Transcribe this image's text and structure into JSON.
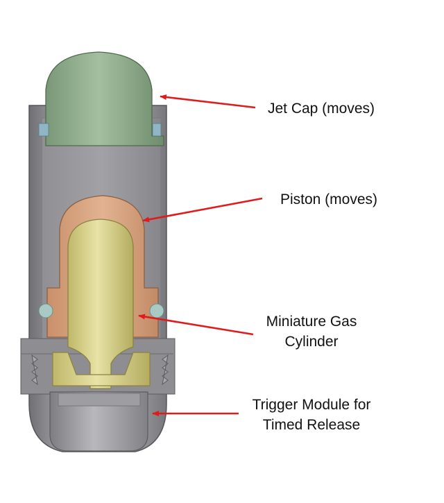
{
  "labels": {
    "jet_cap": "Jet Cap (moves)",
    "piston": "Piston (moves)",
    "gas_cylinder_line1": "Miniature Gas",
    "gas_cylinder_line2": "Cylinder",
    "trigger_line1": "Trigger Module for",
    "trigger_line2": "Timed Release"
  },
  "colors": {
    "arrow": "#e01b1b",
    "jet_cap": "#8fae8c",
    "piston": "#d79e7a",
    "gas_cylinder": "#d8d28c",
    "housing": "#9a9a9f",
    "trigger": "#a6a6ab",
    "seal": "#a9c9c4"
  }
}
